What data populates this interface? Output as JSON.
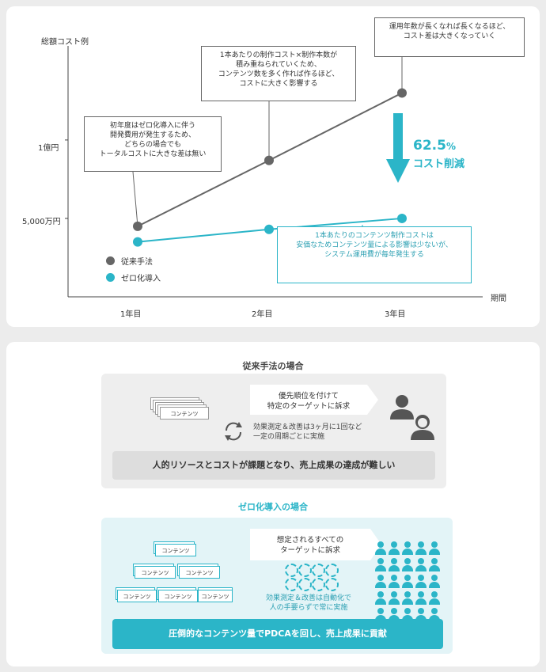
{
  "chart": {
    "y_axis_label": "総額コスト例",
    "x_axis_label": "期間",
    "y_ticks": [
      "1億円",
      "5,000万円"
    ],
    "x_ticks": [
      "1年目",
      "2年目",
      "3年目"
    ],
    "legend": [
      {
        "label": "従来手法",
        "color": "#666666"
      },
      {
        "label": "ゼロ化導入",
        "color": "#2bb5c8"
      }
    ],
    "callouts": {
      "year1": "初年度はゼロ化導入に伴う\n開発費用が発生するため、\nどちらの場合でも\nトータルコストに大きな差は無い",
      "year2": "1本あたりの制作コスト×制作本数が\n積み重ねられていくため、\nコンテンツ数を多く作れば作るほど、\nコストに大きく影響する",
      "year3": "運用年数が長くなれば長くなるほど、\nコスト差は大きくなっていく",
      "zero": "1本あたりのコンテンツ制作コストは\n安価なためコンテンツ量による影響は少ないが、\nシステム運用費が毎年発生する"
    },
    "reduction": {
      "percent": "62.5",
      "unit": "%",
      "label": "コスト削減"
    }
  },
  "chart_data": {
    "type": "line",
    "x": [
      "1年目",
      "2年目",
      "3年目"
    ],
    "series": [
      {
        "name": "従来手法",
        "values": [
          45,
          87,
          130
        ],
        "color": "#666666"
      },
      {
        "name": "ゼロ化導入",
        "values": [
          35,
          43,
          50
        ],
        "color": "#2bb5c8"
      }
    ],
    "ylabel": "総額コスト例",
    "xlabel": "期間",
    "ylim": [
      0,
      160
    ],
    "y_tick_values": [
      100,
      50
    ]
  },
  "traditional": {
    "title": "従来手法の場合",
    "content_label": "コンテンツ",
    "arrow_text": "優先順位を付けて\n特定のターゲットに訴求",
    "cycle_text": "効果測定＆改善は3ヶ月に1回など\n一定の周期ごとに実施",
    "conclusion": "人的リソースとコストが課題となり、売上成果の達成が難しい"
  },
  "zero": {
    "title": "ゼロ化導入の場合",
    "content_label": "コンテンツ",
    "arrow_text": "想定されるすべての\nターゲットに訴求",
    "cycle_text": "効果測定＆改善は自動化で\n人の手要らずで常に実施",
    "conclusion": "圧倒的なコンテンツ量でPDCAを回し、売上成果に貢献"
  }
}
